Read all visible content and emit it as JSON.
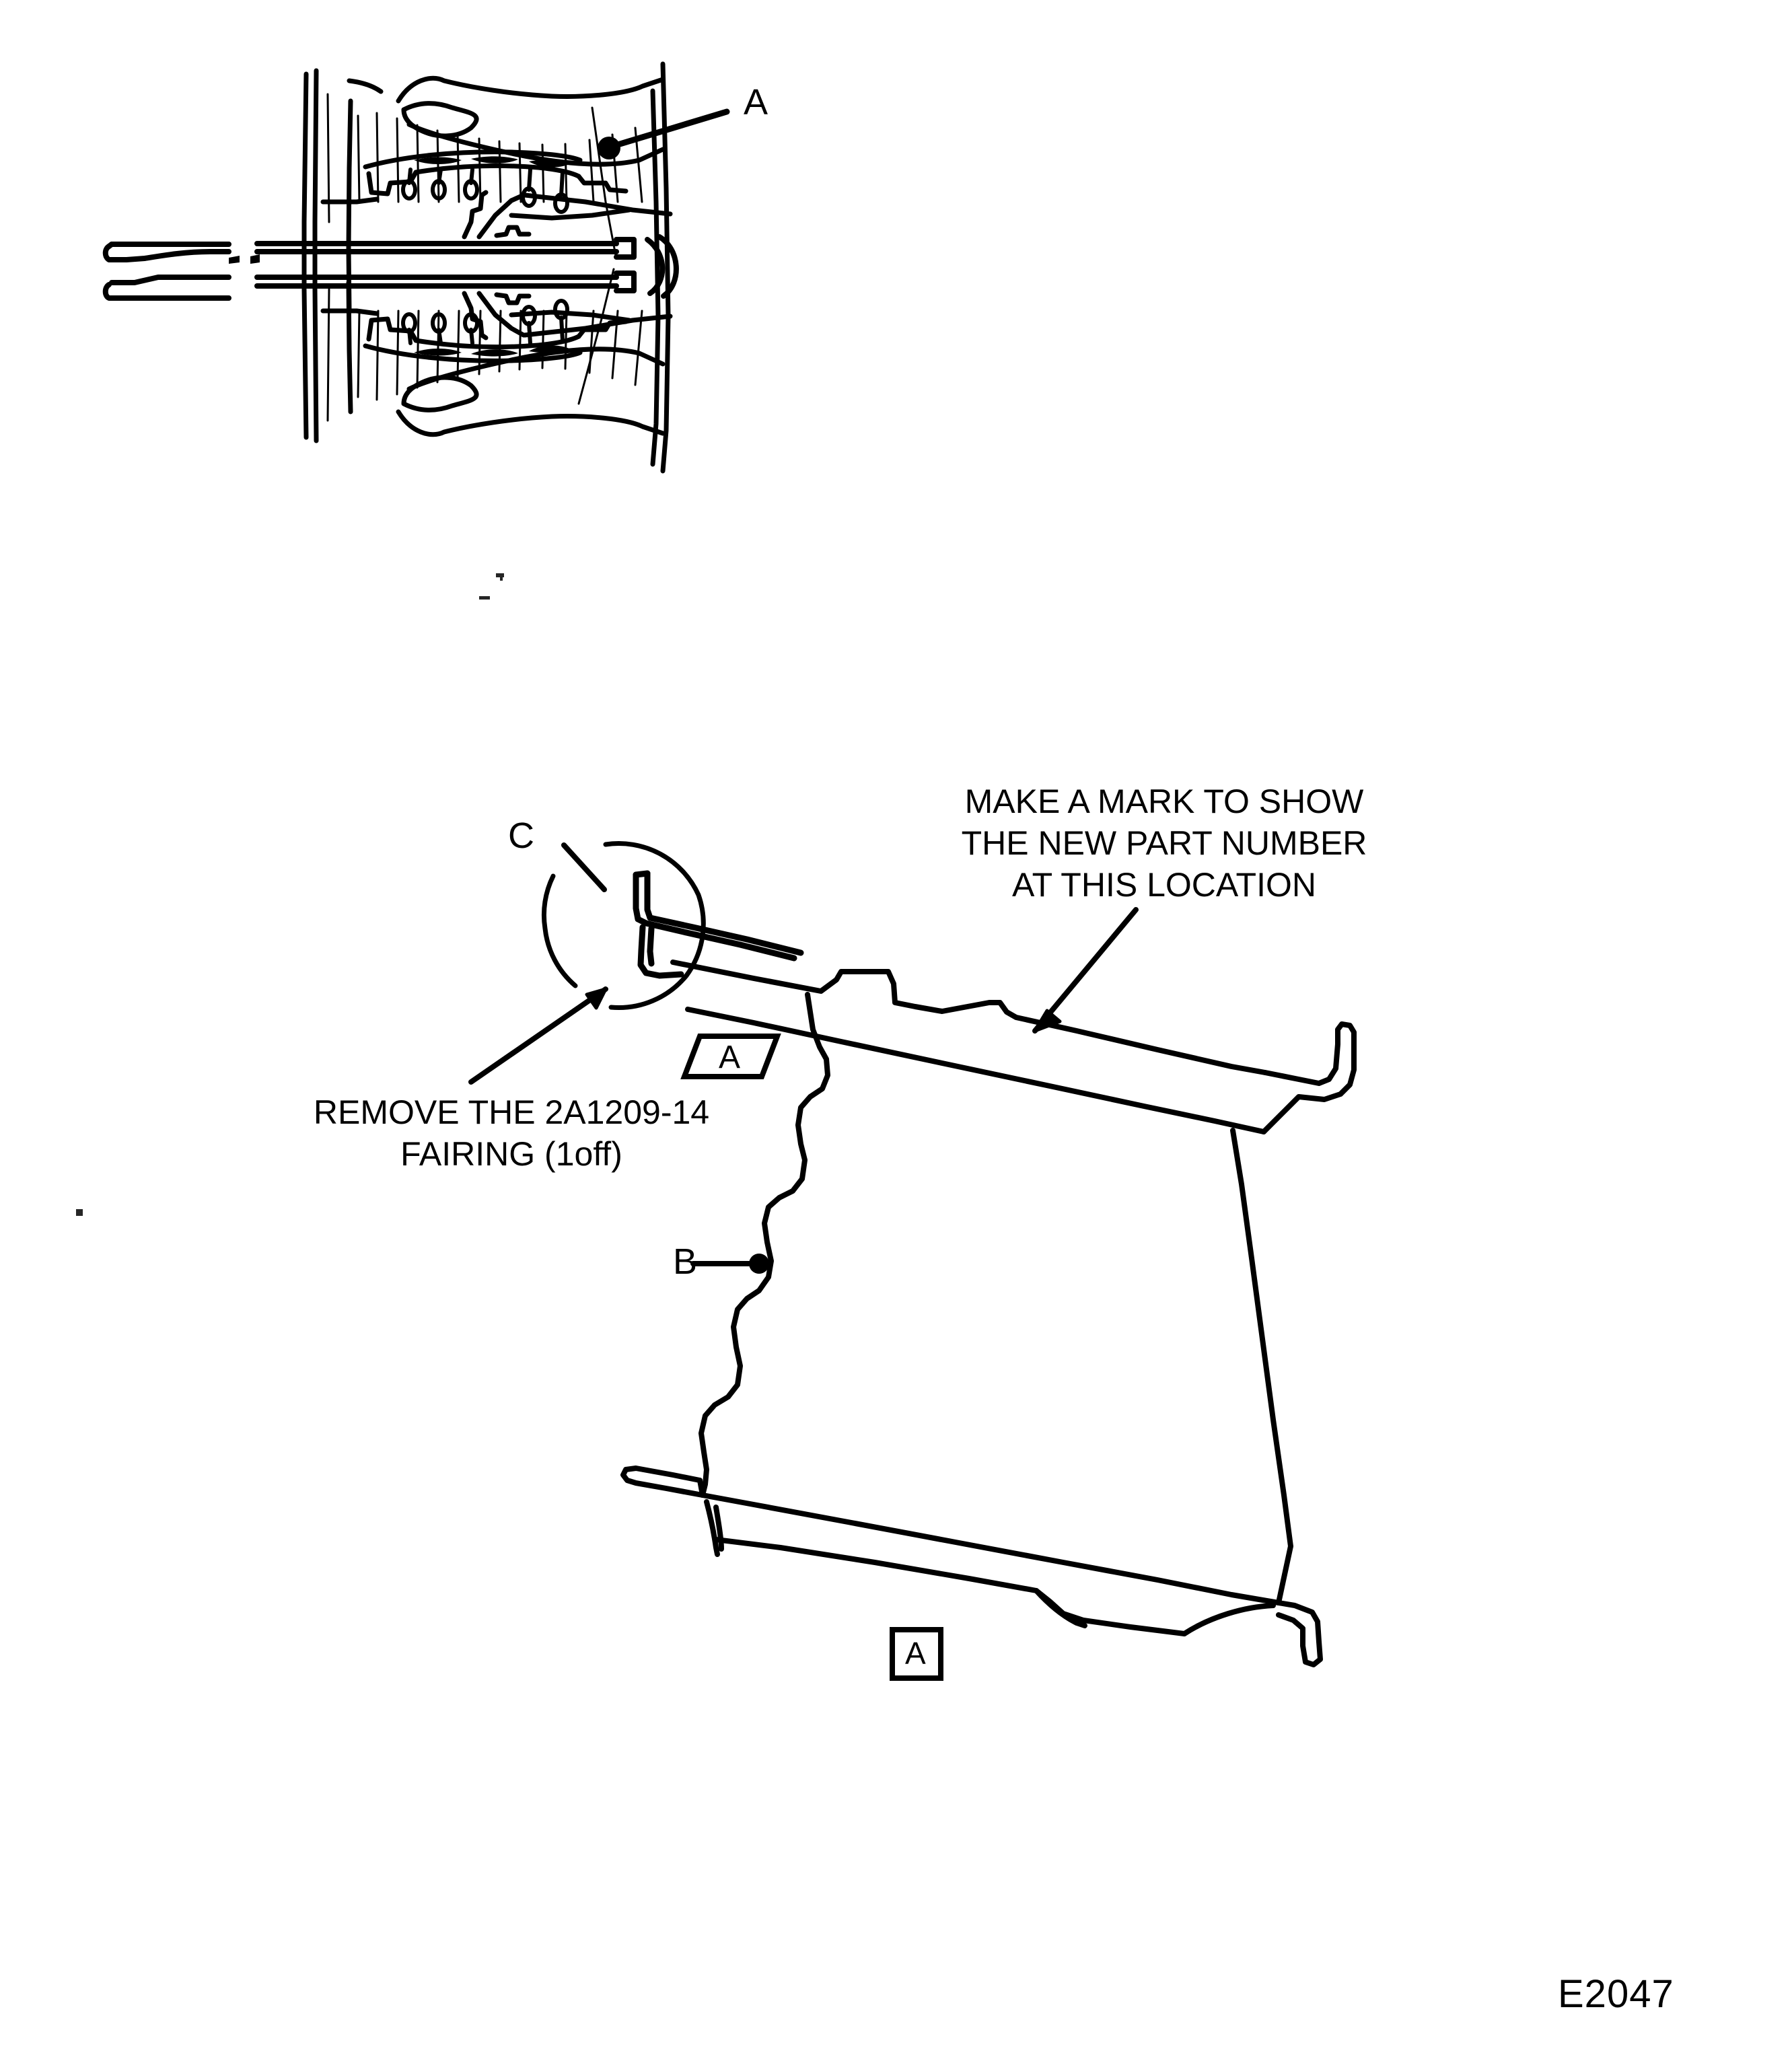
{
  "document": {
    "type": "technical-illustration",
    "figure_id": "E2047",
    "background_color": "#ffffff",
    "line_color": "#000000"
  },
  "upper_view": {
    "title": "engine-cross-section",
    "callouts": [
      {
        "id": "A",
        "label": "A",
        "leader": "dot-terminated"
      }
    ]
  },
  "lower_view": {
    "title": "fairing-bracket-assembly",
    "notes": [
      {
        "id": "mark-note",
        "lines": [
          "MAKE A MARK TO SHOW",
          "THE NEW PART NUMBER",
          "AT THIS LOCATION"
        ],
        "text": "MAKE A MARK TO SHOW\nTHE NEW PART NUMBER\nAT THIS LOCATION",
        "leader": "arrow"
      },
      {
        "id": "remove-note",
        "lines": [
          "REMOVE THE 2A1209-14",
          "FAIRING (1off)"
        ],
        "text": "REMOVE THE 2A1209-14\nFAIRING (1off)",
        "part_number": "2A1209-14",
        "quantity": "1off",
        "leader": "arrow"
      }
    ],
    "callouts": [
      {
        "id": "C",
        "label": "C",
        "leader": "detail-circle"
      },
      {
        "id": "B",
        "label": "B",
        "leader": "dot-terminated"
      }
    ],
    "flag_note": {
      "label": "A",
      "shape": "parallelogram"
    },
    "view_label": {
      "label": "A",
      "shape": "square-box"
    }
  },
  "footer": {
    "figure_id": "E2047"
  }
}
